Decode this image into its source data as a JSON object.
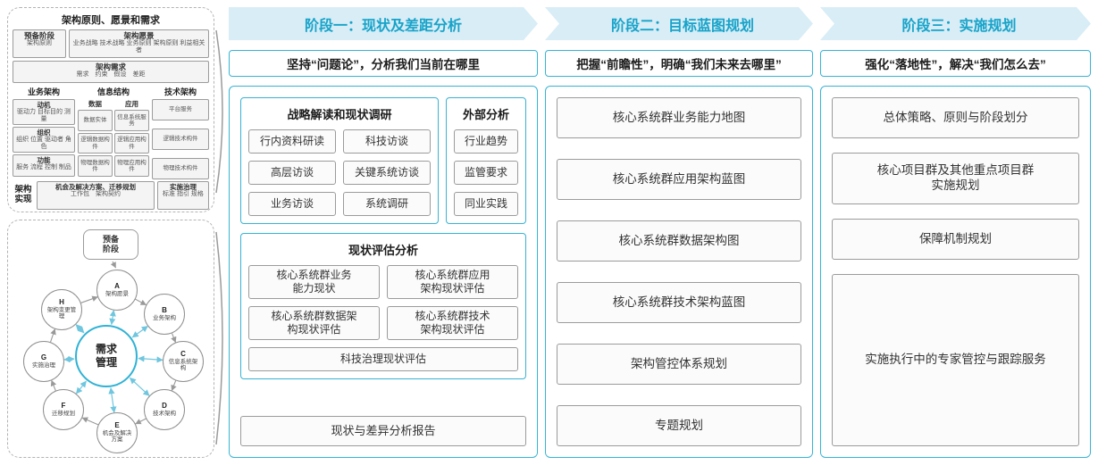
{
  "colors": {
    "accent": "#17a3c9",
    "header_bg": "#d8edf6",
    "box_border": "#38b3d5",
    "gray_border": "#9b9b9b"
  },
  "left_top": {
    "title": "架构原则、愿景和需求",
    "prep_title": "预备阶段",
    "prep_item": "架构原则",
    "vision_title": "架构愿景",
    "vision_items": "业务战略 技术战略 业务原则 架构原则 利益相关者",
    "req_title": "架构需求",
    "req_items": "需求　约束　假设　差距",
    "biz_title": "业务架构",
    "biz_groups": [
      {
        "t": "动机",
        "d": "驱动力 目标目的 测量"
      },
      {
        "t": "组织",
        "d": "组织 位置 驱动者 角色"
      },
      {
        "t": "功能",
        "d": "服务 流程 控制 制品"
      }
    ],
    "info_title": "信息结构",
    "info_data_title": "数据",
    "info_data_items": [
      "数据实体",
      "逻辑数据构件",
      "物理数据构件"
    ],
    "info_app_title": "应用",
    "info_app_items": [
      "信息系统服务",
      "逻辑应用构件",
      "物理应用构件"
    ],
    "tech_title": "技术架构",
    "tech_items": [
      "平台服务",
      "逻辑技术构件",
      "物理技术构件"
    ],
    "impl_title": "架构\n实现",
    "impl_box1_title": "机会及解决方案、迁移规划",
    "impl_box1_items": "工作包　架构契约",
    "impl_box2_title": "实施治理",
    "impl_box2_items": "标准 指引 规格"
  },
  "adm": {
    "prep": "预备\n阶段",
    "center": "需求\n管理",
    "nodes": [
      {
        "letter": "A",
        "label": "架构愿景"
      },
      {
        "letter": "B",
        "label": "业务架构"
      },
      {
        "letter": "C",
        "label": "信息系统架构"
      },
      {
        "letter": "D",
        "label": "技术架构"
      },
      {
        "letter": "E",
        "label": "机会及解决方案"
      },
      {
        "letter": "F",
        "label": "迁移规划"
      },
      {
        "letter": "G",
        "label": "实施治理"
      },
      {
        "letter": "H",
        "label": "架构变更管理"
      }
    ]
  },
  "phase1": {
    "header": "阶段一：现状及差距分析",
    "subtitle": "坚持“问题论”，分析我们当前在哪里",
    "strategy_title": "战略解读和现状调研",
    "strategy_items": [
      "行内资料研读",
      "科技访谈",
      "高层访谈",
      "关键系统访谈",
      "业务访谈",
      "系统调研"
    ],
    "external_title": "外部分析",
    "external_items": [
      "行业趋势",
      "监管要求",
      "同业实践"
    ],
    "assessment_title": "现状评估分析",
    "assessment_items": [
      "核心系统群业务\n能力现状",
      "核心系统群应用\n架构现状评估",
      "核心系统群数据架\n构现状评估",
      "核心系统群技术\n架构现状评估"
    ],
    "assessment_full": "科技治理现状评估",
    "report": "现状与差异分析报告"
  },
  "phase2": {
    "header": "阶段二：目标蓝图规划",
    "subtitle": "把握“前瞻性”，明确“我们未来去哪里”",
    "items": [
      "核心系统群业务能力地图",
      "核心系统群应用架构蓝图",
      "核心系统群数据架构图",
      "核心系统群技术架构蓝图",
      "架构管控体系规划",
      "专题规划"
    ]
  },
  "phase3": {
    "header": "阶段三：实施规划",
    "subtitle": "强化“落地性”，解决“我们怎么去”",
    "items": [
      "总体策略、原则与阶段划分",
      "核心项目群及其他重点项目群\n实施规划",
      "保障机制规划",
      "实施执行中的专家管控与跟踪服务"
    ]
  }
}
